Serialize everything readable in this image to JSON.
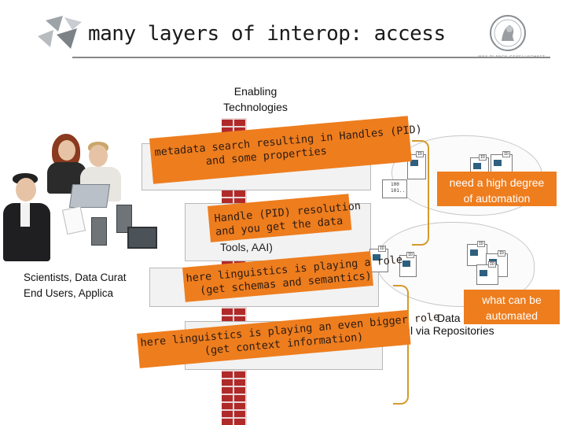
{
  "header": {
    "title": "many layers of interop: access",
    "logo_right_text": "MAX-PLANCK-GESELLSCHAFT"
  },
  "tower": {
    "label_line1": "Enabling",
    "label_line2": "Technologies"
  },
  "left": {
    "line1": "Scientists, Data Curat",
    "line2": "End Users, Applica"
  },
  "layers": {
    "access_fragment": "A",
    "aai_fragment": "Tools, AAI)"
  },
  "callouts": {
    "c1_line1": "metadata search resulting in Handles (PID)",
    "c1_line2": "and some properties",
    "c2_line1": "Handle (PID) resolution",
    "c2_line2": "and you get the data",
    "c3_line1": "here linguistics is playing a role",
    "c3_line2": "(get schemas and semantics)",
    "c4_line1": "here linguistics is playing an even bigger role",
    "c4_line2": "(get context information)"
  },
  "repos": {
    "id_label": "ID",
    "bits_line1": "100",
    "bits_line2": "101.."
  },
  "right": {
    "automation_line1": "need a high degree",
    "automation_line2": "of automation",
    "automated_line1": "what can be",
    "automated_line2": "automated",
    "data_fragment": "Data",
    "repos_fragment": "via Repositories"
  },
  "colors": {
    "accent": "#ee7d1e",
    "brick": "#b02a2a",
    "bracket": "#d59a2a"
  }
}
